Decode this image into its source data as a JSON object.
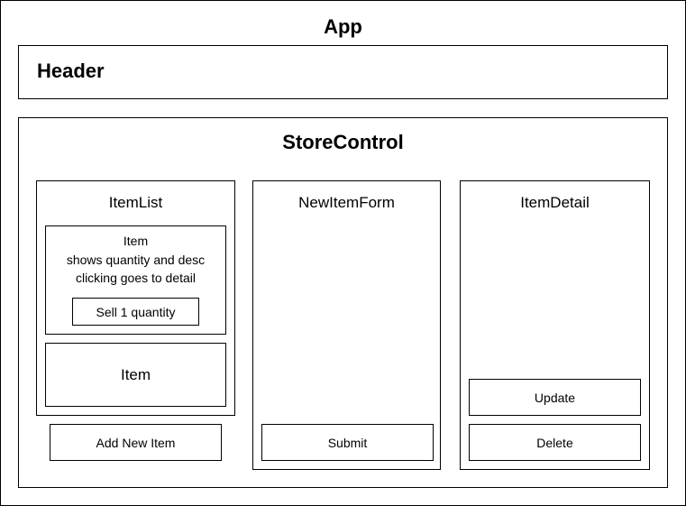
{
  "app": {
    "title": "App"
  },
  "header": {
    "title": "Header"
  },
  "store_control": {
    "title": "StoreControl"
  },
  "item_list": {
    "title": "ItemList",
    "item_detailed": {
      "line1": "Item",
      "line2": "shows quantity and desc",
      "line3": "clicking goes to detail",
      "sell_button": "Sell 1 quantity"
    },
    "item_simple": {
      "label": "Item"
    },
    "add_button": "Add New Item"
  },
  "new_item_form": {
    "title": "NewItemForm",
    "submit_button": "Submit"
  },
  "item_detail": {
    "title": "ItemDetail",
    "update_button": "Update",
    "delete_button": "Delete"
  }
}
